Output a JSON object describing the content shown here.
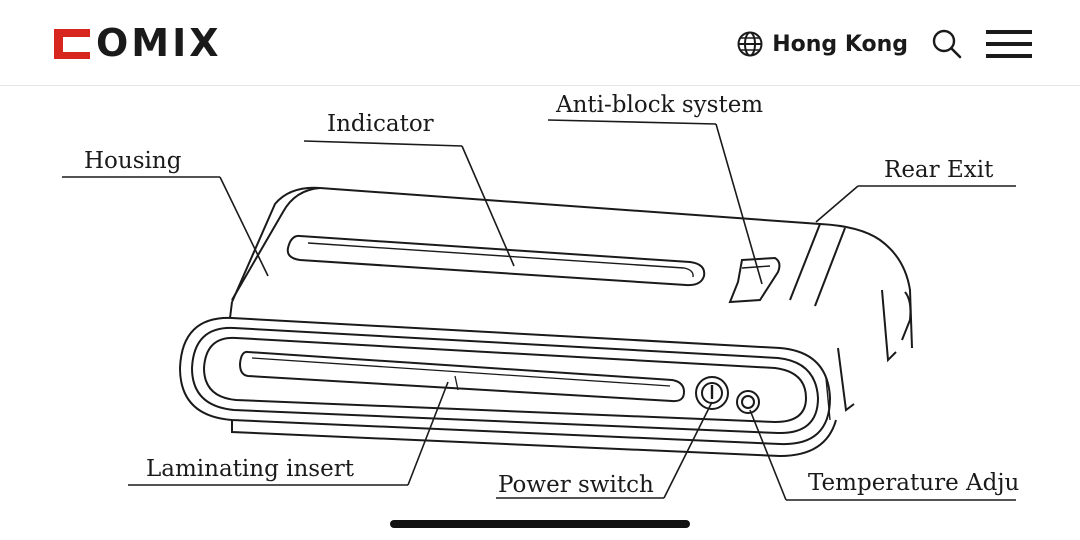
{
  "header": {
    "brand_name": "OMIX",
    "region": "Hong Kong",
    "icons": {
      "logo": "comix-logo-mark",
      "globe": "globe-icon",
      "search": "search-icon",
      "menu": "hamburger-menu-icon"
    },
    "brand_color": "#d7261d"
  },
  "diagram": {
    "labels": {
      "housing": "Housing",
      "indicator": "Indicator",
      "anti_block": "Anti-block system",
      "rear_exit": "Rear Exit",
      "laminating_insert": "Laminating insert",
      "power_switch": "Power switch",
      "temperature": "Temperature Adju"
    }
  }
}
